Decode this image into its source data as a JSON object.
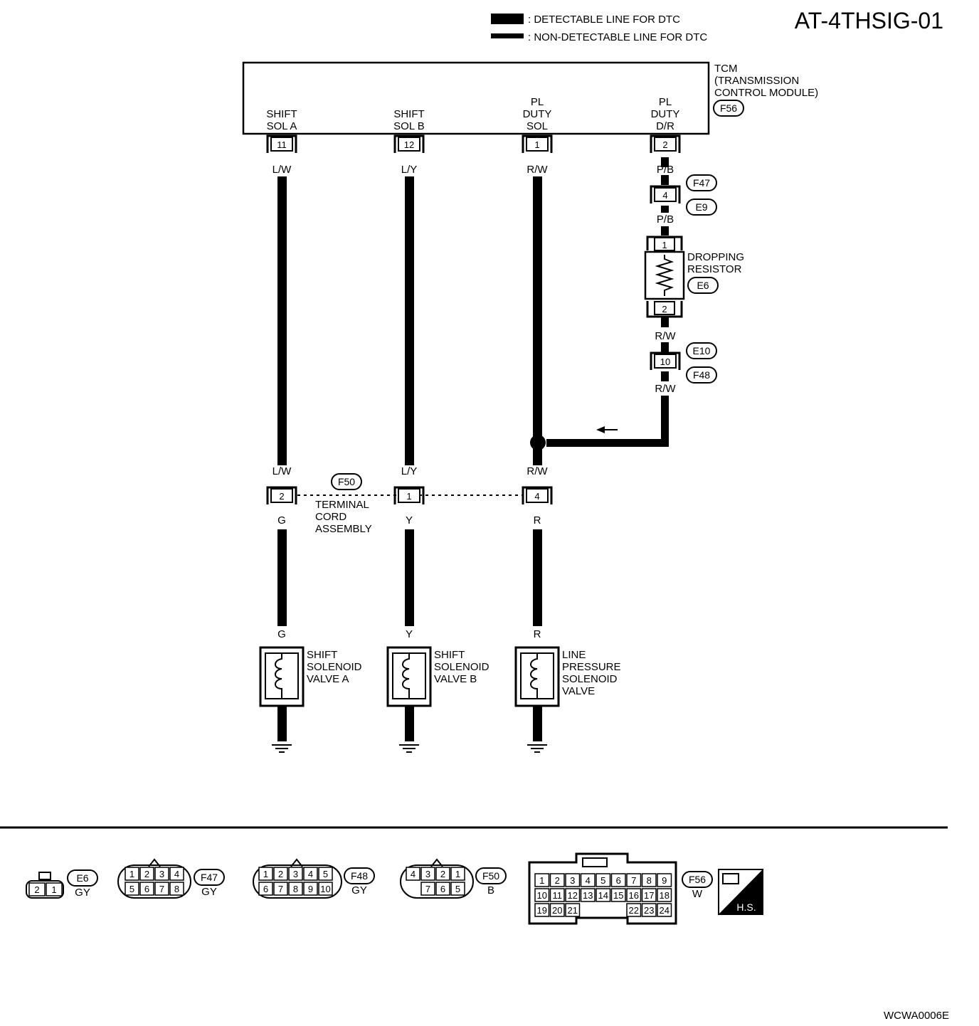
{
  "title": "AT-4THSIG-01",
  "figure_id": "WCWA0006E",
  "legend": {
    "detectable": ": DETECTABLE LINE FOR DTC",
    "non_detectable": ": NON-DETECTABLE LINE FOR  DTC"
  },
  "tcm": {
    "name_lines": [
      "TCM",
      "(TRANSMISSION",
      "CONTROL MODULE)"
    ],
    "connector": "F56",
    "terminals": [
      {
        "label_lines": [
          "SHIFT",
          "SOL A"
        ],
        "pin": "11",
        "wire": "L/W"
      },
      {
        "label_lines": [
          "SHIFT",
          "SOL B"
        ],
        "pin": "12",
        "wire": "L/Y"
      },
      {
        "label_lines": [
          "PL",
          "DUTY",
          "SOL"
        ],
        "pin": "1",
        "wire": "R/W"
      },
      {
        "label_lines": [
          "PL",
          "DUTY",
          "D/R"
        ],
        "pin": "2",
        "wire": "P/B"
      }
    ]
  },
  "connector_f47_e9": {
    "pin": "4",
    "top": "F47",
    "bottom": "E9",
    "wire_out": "P/B"
  },
  "dropping_resistor": {
    "name_lines": [
      "DROPPING",
      "RESISTOR"
    ],
    "connector": "E6",
    "pin_in": "1",
    "pin_out": "2",
    "wire_out": "R/W"
  },
  "connector_e10_f48": {
    "pin": "10",
    "top": "E10",
    "bottom": "F48",
    "wire_out": "R/W"
  },
  "terminal_cord": {
    "connector": "F50",
    "name_lines": [
      "TERMINAL",
      "CORD",
      "ASSEMBLY"
    ],
    "pins": [
      {
        "wire_in": "L/W",
        "pin": "2",
        "wire_out": "G"
      },
      {
        "wire_in": "L/Y",
        "pin": "1",
        "wire_out": "Y"
      },
      {
        "wire_in": "R/W",
        "pin": "4",
        "wire_out": "R"
      }
    ]
  },
  "solenoids": [
    {
      "wire": "G",
      "name_lines": [
        "SHIFT",
        "SOLENOID",
        "VALVE A"
      ]
    },
    {
      "wire": "Y",
      "name_lines": [
        "SHIFT",
        "SOLENOID",
        "VALVE B"
      ]
    },
    {
      "wire": "R",
      "name_lines": [
        "LINE",
        "PRESSURE",
        "SOLENOID",
        "VALVE"
      ]
    }
  ],
  "connector_faces": [
    {
      "id": "E6",
      "color": "GY",
      "rows": [
        [
          "2",
          "1"
        ]
      ]
    },
    {
      "id": "F47",
      "color": "GY",
      "rows": [
        [
          "1",
          "2",
          "3",
          "4"
        ],
        [
          "5",
          "6",
          "7",
          "8"
        ]
      ]
    },
    {
      "id": "F48",
      "color": "GY",
      "rows": [
        [
          "1",
          "2",
          "3",
          "4",
          "5"
        ],
        [
          "6",
          "7",
          "8",
          "9",
          "10"
        ]
      ]
    },
    {
      "id": "F50",
      "color": "B",
      "rows": [
        [
          "4",
          "3",
          "2",
          "1"
        ],
        [
          "7",
          "6",
          "5"
        ]
      ]
    },
    {
      "id": "F56",
      "color": "W",
      "rows": [
        [
          "1",
          "2",
          "3",
          "4",
          "5",
          "6",
          "7",
          "8",
          "9"
        ],
        [
          "10",
          "11",
          "12",
          "13",
          "14",
          "15",
          "16",
          "17",
          "18"
        ],
        [
          "19",
          "20",
          "21",
          "22",
          "23",
          "24"
        ]
      ]
    }
  ],
  "hs_badge": "H.S."
}
